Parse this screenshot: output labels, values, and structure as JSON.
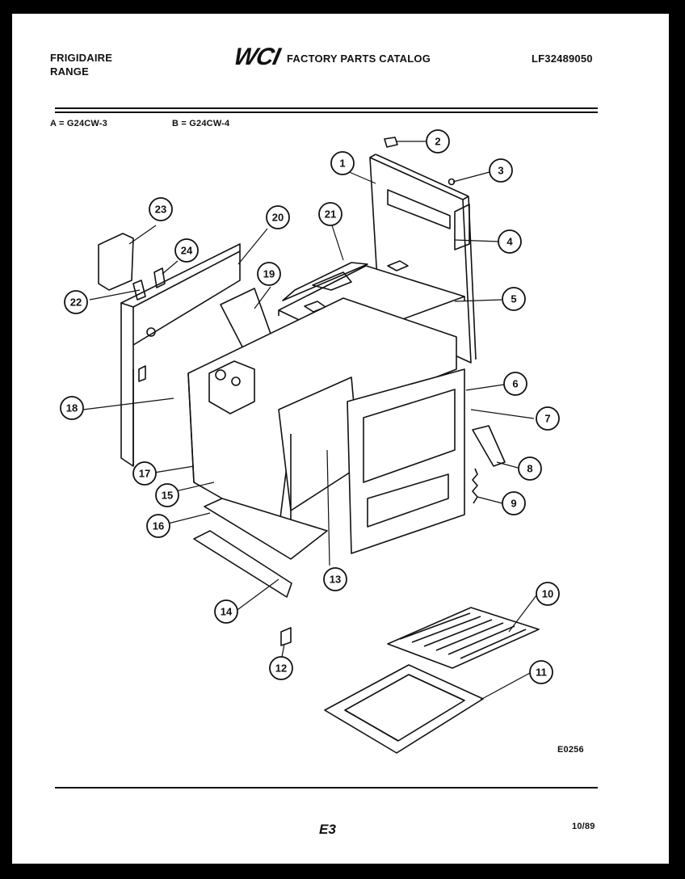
{
  "header": {
    "brand": "FRIGIDAIRE",
    "product": "RANGE",
    "logo": "WCI",
    "catalog_title": "FACTORY PARTS CATALOG",
    "model_number": "LF32489050"
  },
  "models": {
    "a": "A = G24CW-3",
    "b": "B = G24CW-4"
  },
  "callouts": [
    "1",
    "2",
    "3",
    "4",
    "5",
    "6",
    "7",
    "8",
    "9",
    "10",
    "11",
    "12",
    "13",
    "14",
    "15",
    "16",
    "17",
    "18",
    "19",
    "20",
    "21",
    "22",
    "23",
    "24"
  ],
  "diagram_code": "E0256",
  "footer": {
    "page": "E3",
    "date": "10/89"
  }
}
